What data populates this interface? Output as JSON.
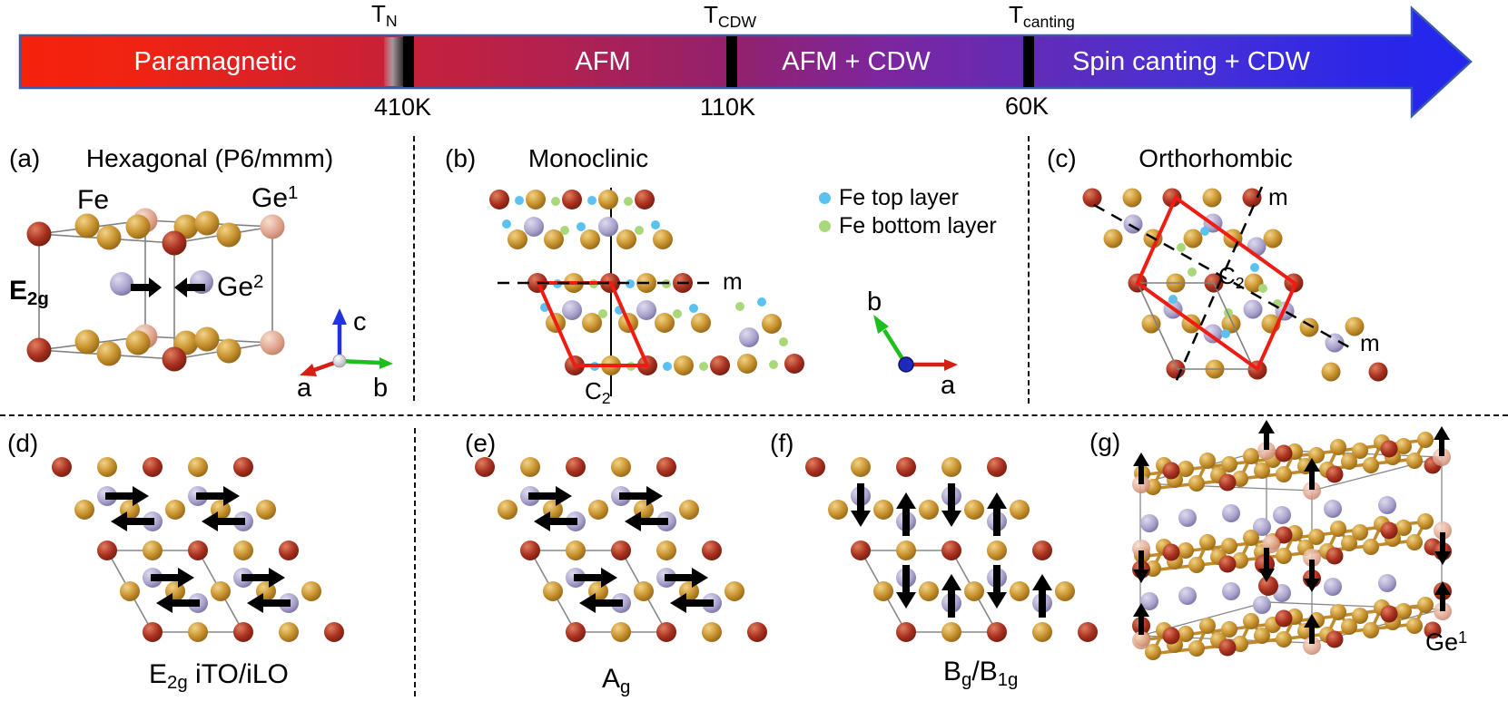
{
  "phase_bar": {
    "phases": [
      "Paramagnetic",
      "AFM",
      "AFM + CDW",
      "Spin canting + CDW"
    ],
    "transitions": [
      {
        "sym": "T",
        "sub": "N",
        "temp": "410K"
      },
      {
        "sym": "T",
        "sub": "CDW",
        "temp": "110K"
      },
      {
        "sym": "T",
        "sub": "canting",
        "temp": "60K"
      }
    ],
    "gradient": [
      "#F5220C",
      "#CC2134",
      "#93216C",
      "#642BB5",
      "#2425EE"
    ],
    "border_color": "#3A5CA8"
  },
  "panels": {
    "a": {
      "tag": "(a)",
      "title": "Hexagonal (P6/mmm)",
      "labels": {
        "fe": "Fe",
        "ge1_base": "Ge",
        "ge1_sup": "1",
        "e2g_base": "E",
        "e2g_sub": "2g",
        "ge2_base": "Ge",
        "ge2_sup": "2"
      },
      "axes": {
        "a": "a",
        "b": "b",
        "c": "c"
      }
    },
    "b": {
      "tag": "(b)",
      "title": "Monoclinic",
      "legend": [
        {
          "label": "Fe top layer",
          "color": "#5BC2F0"
        },
        {
          "label": "Fe bottom layer",
          "color": "#A9D87A"
        }
      ],
      "mirror": "m",
      "c2_base": "C",
      "c2_sub": "2",
      "axes": {
        "a": "a",
        "b": "b"
      }
    },
    "c": {
      "tag": "(c)",
      "title": "Orthorhombic",
      "mirror_top": "m",
      "mirror_bottom": "m",
      "c2_base": "C",
      "c2_sub": "2"
    },
    "d": {
      "tag": "(d)",
      "mode_base": "E",
      "mode_sub": "2g",
      "mode_rest": " iTO/iLO"
    },
    "e": {
      "tag": "(e)",
      "mode_base": "A",
      "mode_sub": "g"
    },
    "f": {
      "tag": "(f)",
      "mode_base": "B",
      "mode_sub": "g",
      "mode_mid": "/B",
      "mode_sub2": "1g"
    },
    "g": {
      "tag": "(g)",
      "ge1_base": "Ge",
      "ge1_sup": "1"
    }
  },
  "atom_colors": {
    "fe_gold": "#C8922E",
    "ge1_red": "#A93120",
    "ge2_lavender": "#A9A3CC",
    "fe_top_dot": "#5BC2F0",
    "fe_bottom_dot": "#A9D87A",
    "unit_cell_red": "#EE1C12"
  }
}
